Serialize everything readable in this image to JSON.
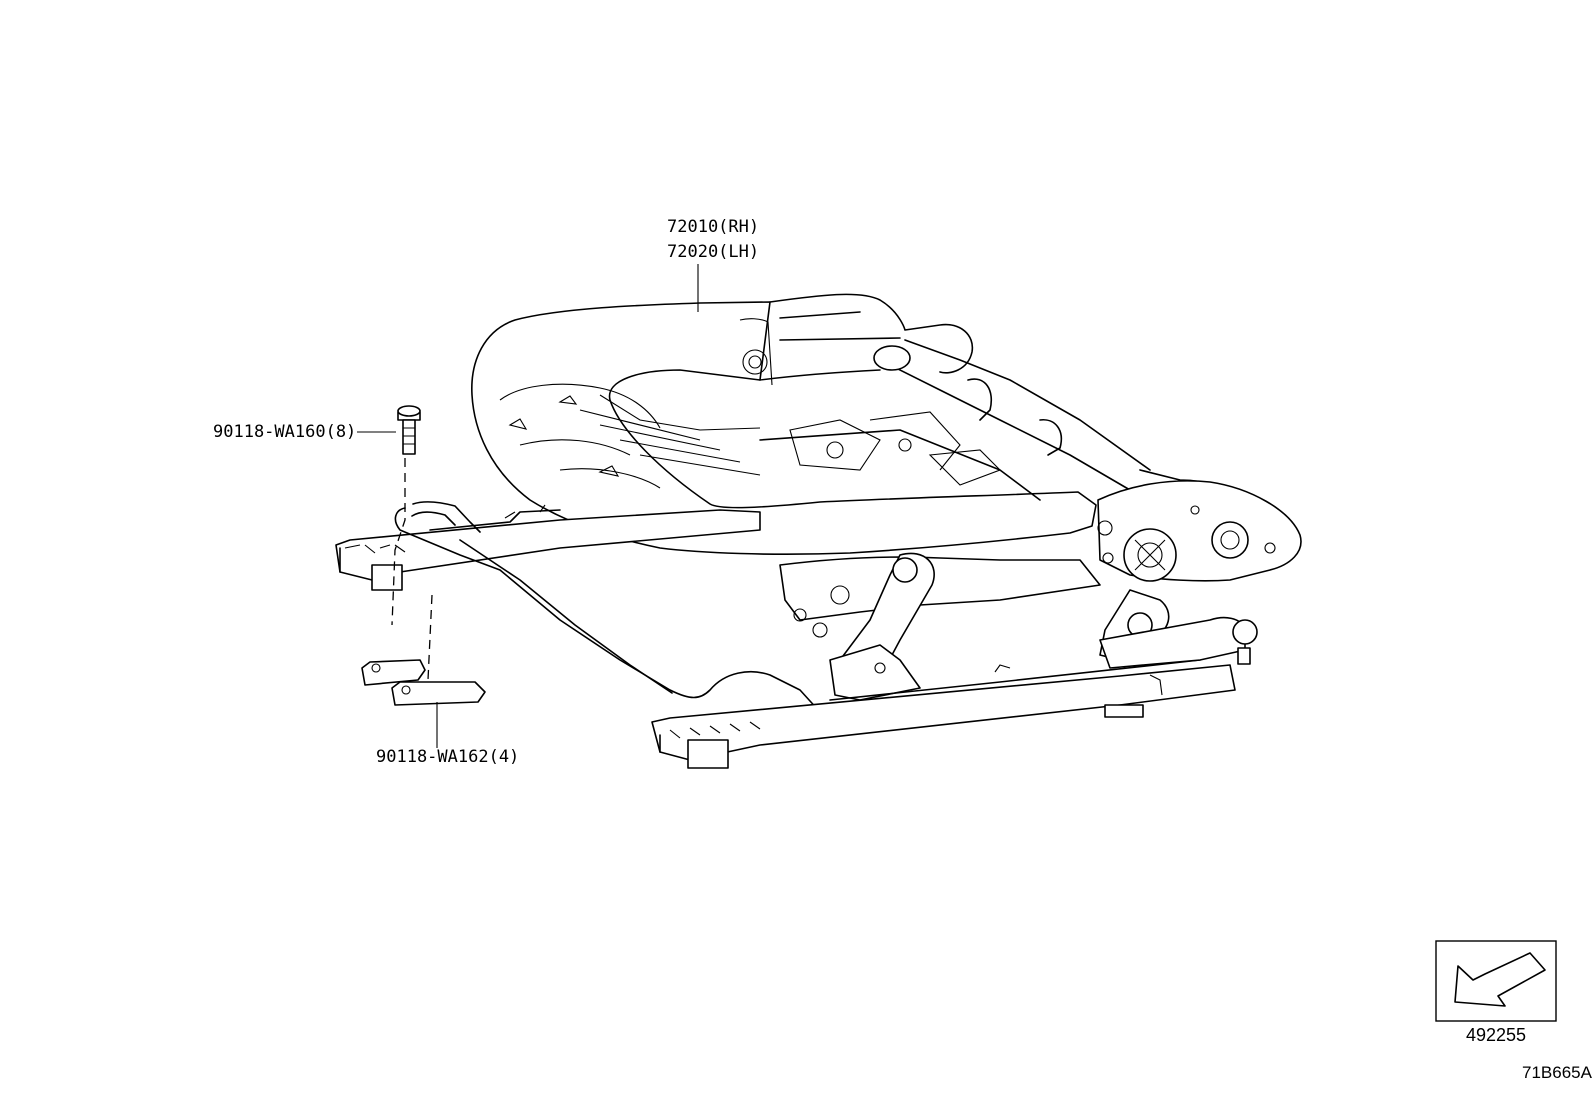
{
  "callouts": {
    "seat_cushion_frame_rh": "72010(RH)",
    "seat_cushion_frame_lh": "72020(LH)",
    "bolt_upper": "90118-WA160(8)",
    "bolt_lower": "90118-WA162(4)"
  },
  "reference": {
    "illustration_number": "492255",
    "figure_code": "71B665A"
  },
  "icons": {
    "direction_arrow": "front-arrow-icon"
  }
}
